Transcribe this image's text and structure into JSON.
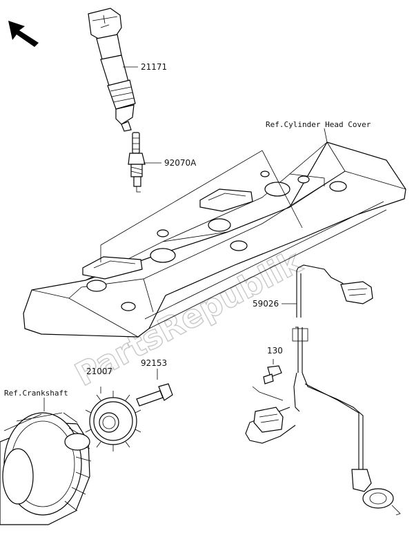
{
  "watermark": "PartsRepublik",
  "references": {
    "cylinder_head_cover": "Ref.Cylinder Head Cover",
    "crankshaft": "Ref.Crankshaft"
  },
  "parts": {
    "ignition_coil": "21171",
    "spark_plug": "92070A",
    "wiring_harness": "59026",
    "bolt_small": "130",
    "timing_rotor": "21007",
    "rotor_bolt": "92153"
  },
  "icons": {
    "direction_arrow": "front-direction-arrow-icon"
  }
}
